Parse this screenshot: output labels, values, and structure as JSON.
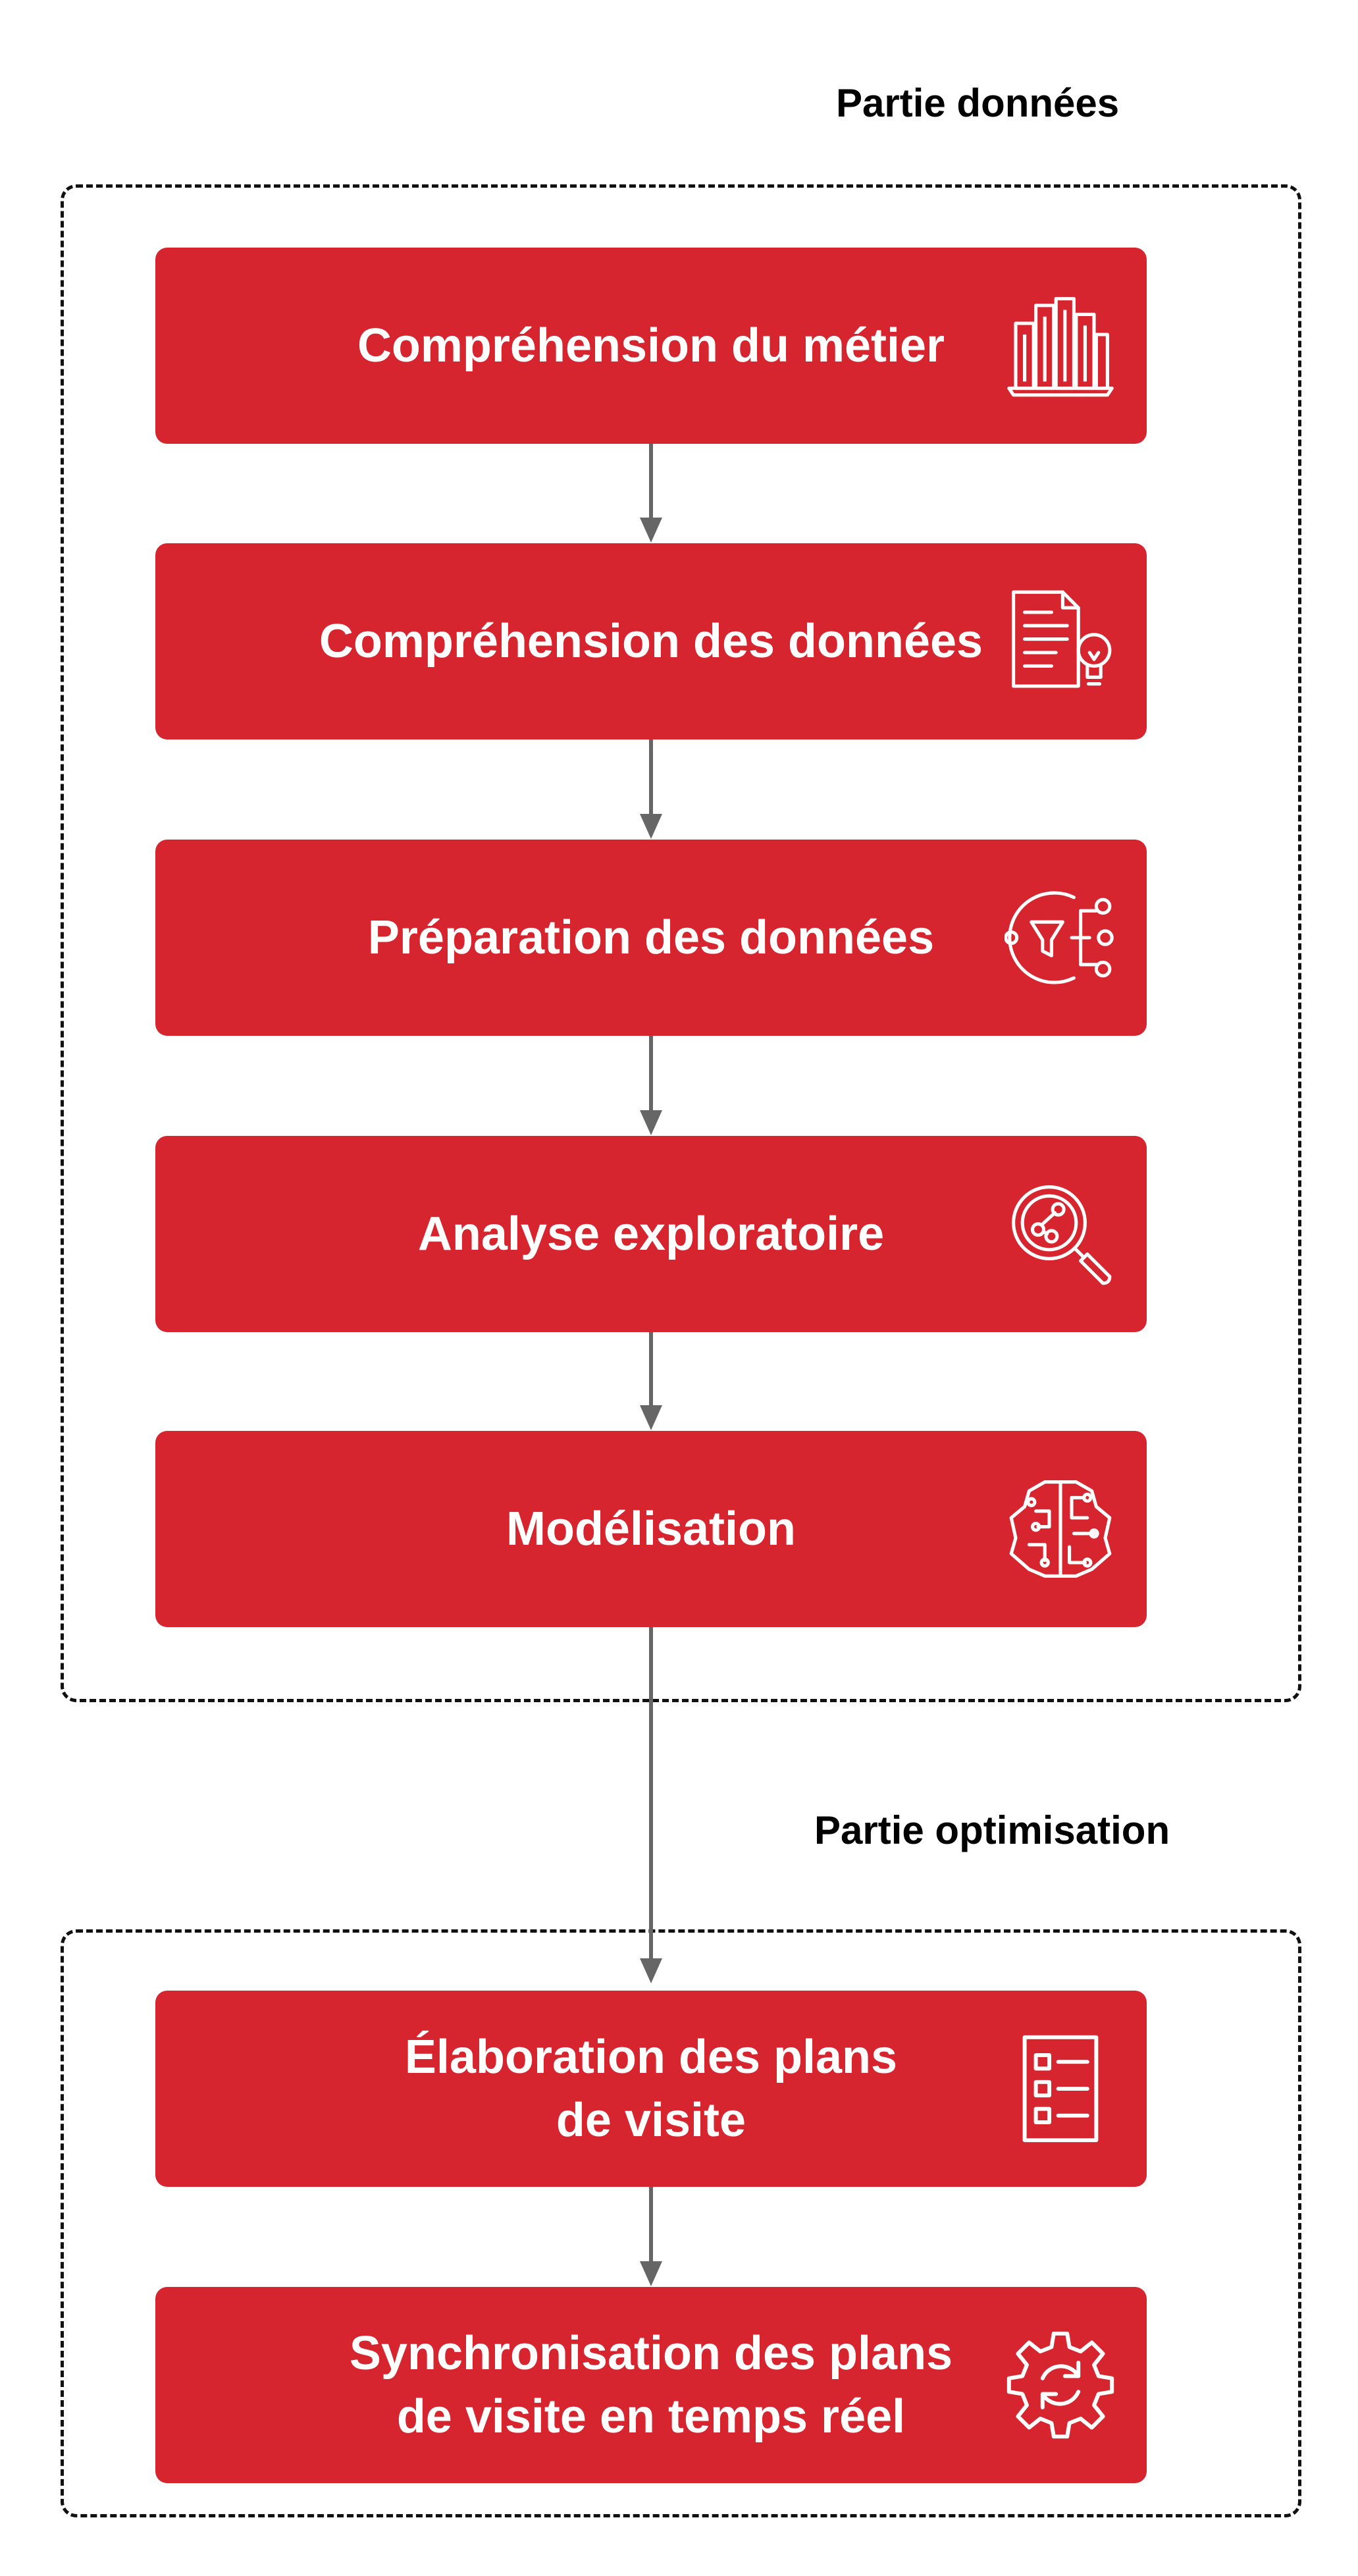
{
  "diagram": {
    "colors": {
      "step_fill": "#D6252E",
      "text": "#FFFFFF",
      "arrow": "#666666",
      "group_border": "#111111"
    },
    "groups": [
      {
        "label": "Partie données"
      },
      {
        "label": "Partie optimisation"
      }
    ],
    "steps": [
      {
        "label": "Compréhension du métier",
        "icon": "buildings-icon"
      },
      {
        "label": "Compréhension des données",
        "icon": "document-lightbulb-icon"
      },
      {
        "label": "Préparation des données",
        "icon": "filter-network-icon"
      },
      {
        "label": "Analyse exploratoire",
        "icon": "magnifier-analysis-icon"
      },
      {
        "label": "Modélisation",
        "icon": "brain-circuit-icon"
      },
      {
        "label": "Élaboration des plans\nde visite",
        "icon": "checklist-icon"
      },
      {
        "label": "Synchronisation des plans\nde visite en temps réel",
        "icon": "gear-sync-icon"
      }
    ]
  }
}
